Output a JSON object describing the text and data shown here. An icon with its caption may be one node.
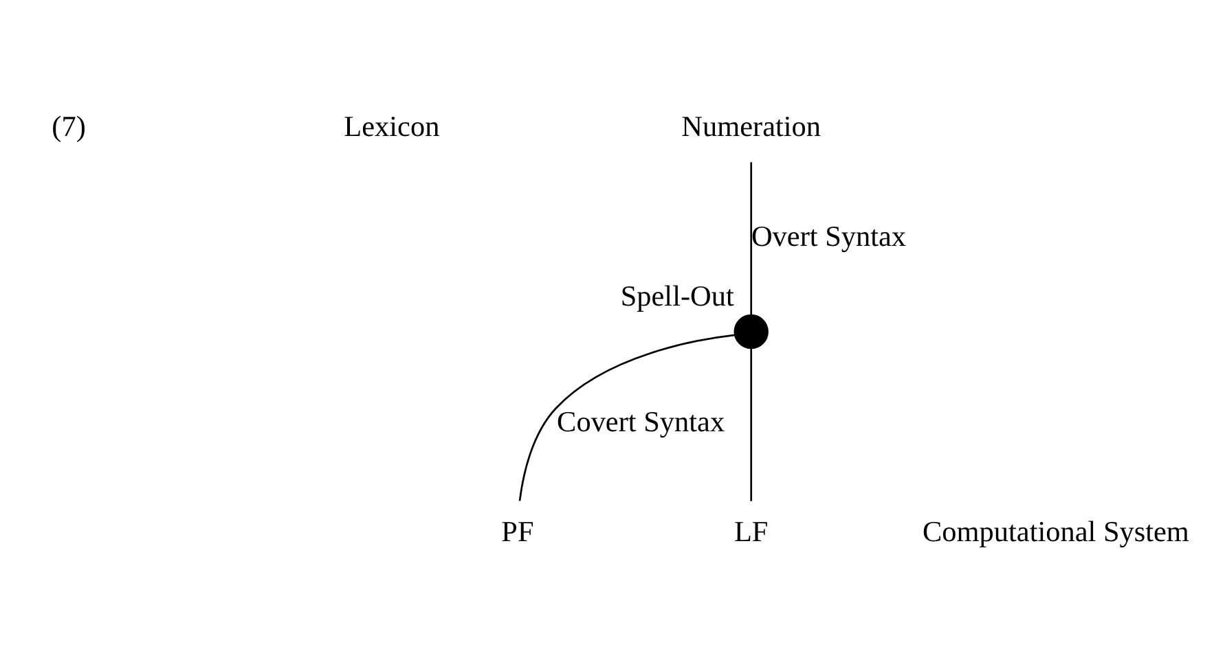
{
  "diagram": {
    "nodes": [
      {
        "text": [
          "Numeration"
        ]
      },
      {
        "text": [],
        "shape": "circle",
        "beside": [
          "Spell-Out"
        ]
      },
      {
        "text": [
          "PF"
        ]
      },
      {
        "text": [
          "LF"
        ]
      }
    ],
    "edges": [
      {
        "from": 0,
        "to": 1,
        "arrow": "none",
        "label": "Overt Syntax"
      },
      {
        "from": 1,
        "to": 2,
        "arrow": "none",
        "label": "Covert Syntax"
      },
      {
        "from": 1,
        "to": 3,
        "arrow": "none"
      }
    ],
    "labels": [
      "(7)",
      "Lexicon",
      "Computational System"
    ]
  }
}
